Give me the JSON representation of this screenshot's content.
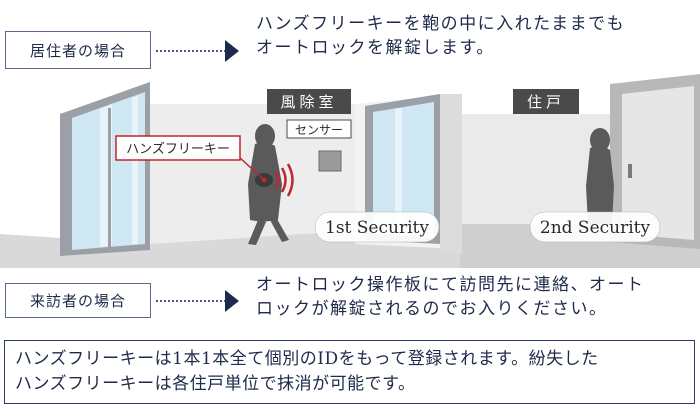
{
  "resident": {
    "label": "居住者の場合",
    "line1": "ハンズフリーキーを鞄の中に入れたままでも",
    "line2": "オートロックを解錠します。"
  },
  "scene": {
    "vestibule": "風除室",
    "residence": "住戸",
    "sensor": "センサー",
    "handsfree_key": "ハンズフリーキー",
    "security1": "1st Security",
    "security2": "2nd Security"
  },
  "visitor": {
    "label": "来訪者の場合",
    "line1": "オートロック操作板にて訪問先に連絡、オート",
    "line2": "ロックが解錠されるのでお入りください。"
  },
  "notice": {
    "line1": "ハンズフリーキーは1本1本全て個別のIDをもって登録されます。紛失した",
    "line2": "ハンズフリーキーは各住戸単位で抹消が可能です。"
  },
  "colors": {
    "navy": "#1e2a4a",
    "wall": "#e8e8e8",
    "glass": "#cfe6f3",
    "key_red": "#c0262d",
    "dark_label": "#4a4a4a"
  }
}
